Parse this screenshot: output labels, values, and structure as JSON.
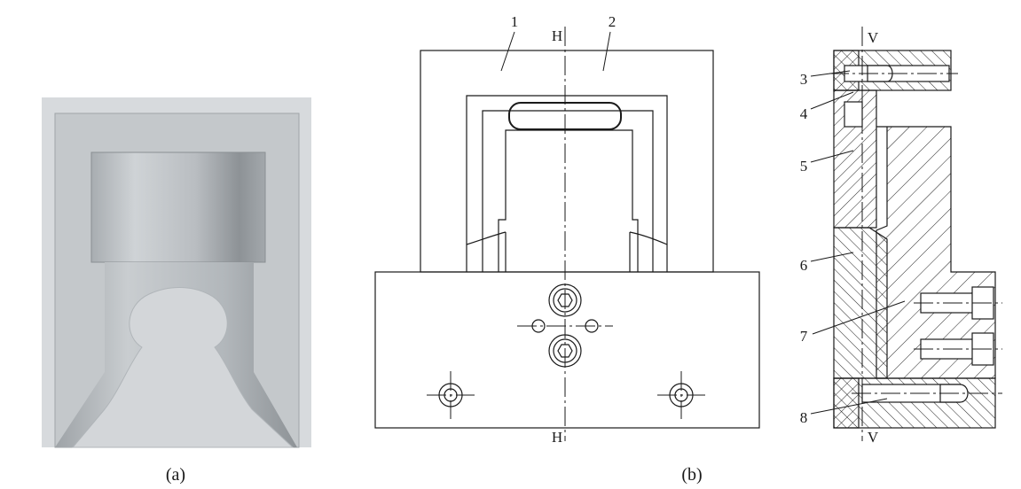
{
  "figure": {
    "panel_a": {
      "caption": "(a)"
    },
    "panel_b": {
      "caption": "(b)"
    },
    "front_view": {
      "section_top": "H",
      "section_bottom": "H",
      "callouts": [
        "1",
        "2"
      ]
    },
    "section_view": {
      "section_top": "V",
      "section_bottom": "V",
      "callouts": [
        "3",
        "4",
        "5",
        "6",
        "7",
        "8"
      ]
    }
  }
}
